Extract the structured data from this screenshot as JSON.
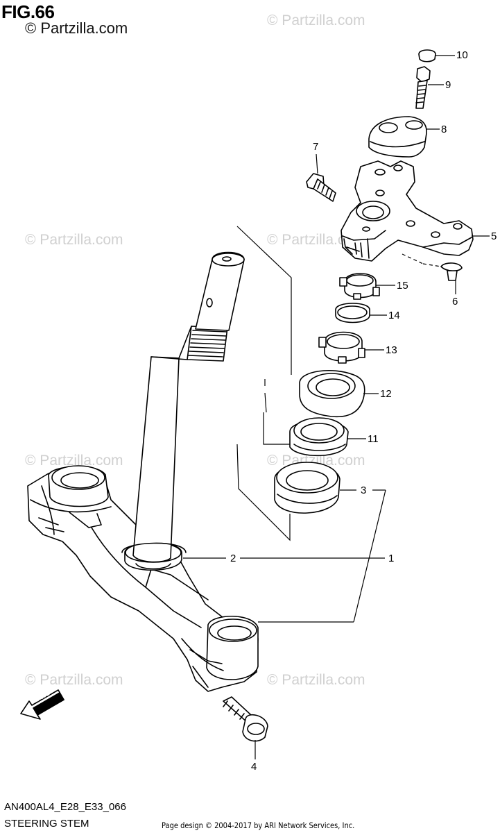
{
  "figure": {
    "title": "FIG.66",
    "watermark_main": "© Partzilla.com",
    "watermark": "© Partzilla.com",
    "model_code": "AN400AL4_E28_E33_066",
    "section_title": "STEERING STEM",
    "copyright": "Page design © 2004-2017 by ARI Network Services, Inc."
  },
  "callouts": {
    "c1": "1",
    "c2": "2",
    "c3": "3",
    "c4": "4",
    "c5": "5",
    "c6": "6",
    "c7": "7",
    "c8": "8",
    "c9": "9",
    "c10": "10",
    "c11": "11",
    "c12": "12",
    "c13": "13",
    "c14": "14",
    "c15": "15"
  },
  "fwd_label": "FWD",
  "colors": {
    "line": "#000000",
    "watermark": "#d0d0d0",
    "background": "#ffffff"
  }
}
